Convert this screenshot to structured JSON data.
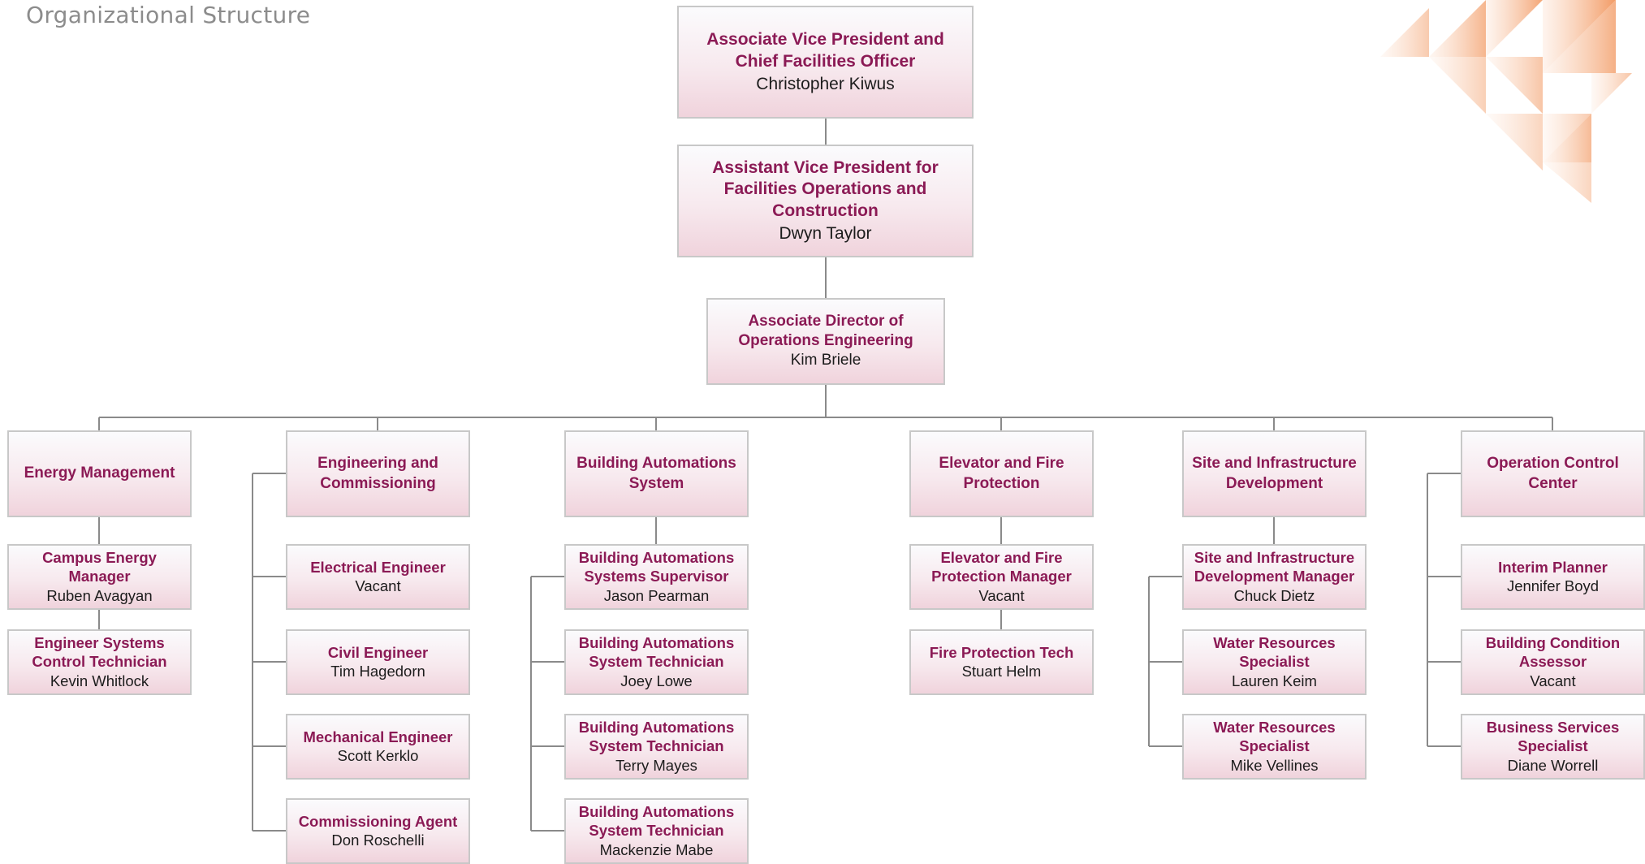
{
  "page": {
    "heading": "Organizational Structure"
  },
  "colors": {
    "title_text": "#8b1a55",
    "name_text": "#1c1c1c",
    "connector": "#8a8a8a",
    "box_border": "#c8c8c8",
    "accent_decoration": "#f08a4b"
  },
  "org": {
    "avp": {
      "title": "Associate Vice President and Chief Facilities Officer",
      "name": "Christopher Kiwus"
    },
    "asst_vp": {
      "title": "Assistant Vice President for Facilities Operations and Construction",
      "name": "Dwyn Taylor"
    },
    "assoc_dir": {
      "title": "Associate Director of Operations Engineering",
      "name": "Kim Briele"
    },
    "departments": [
      {
        "title": "Energy Management",
        "members": [
          {
            "title": "Campus Energy Manager",
            "name": "Ruben Avagyan"
          },
          {
            "title": "Engineer Systems Control Technician",
            "name": "Kevin Whitlock"
          }
        ]
      },
      {
        "title": "Engineering and Commissioning",
        "members": [
          {
            "title": "Electrical Engineer",
            "name": "Vacant"
          },
          {
            "title": "Civil Engineer",
            "name": "Tim Hagedorn"
          },
          {
            "title": "Mechanical Engineer",
            "name": "Scott Kerklo"
          },
          {
            "title": "Commissioning Agent",
            "name": "Don Roschelli"
          }
        ]
      },
      {
        "title": "Building Automations System",
        "members": [
          {
            "title": "Building Automations Systems Supervisor",
            "name": "Jason Pearman"
          },
          {
            "title": "Building Automations System Technician",
            "name": "Joey Lowe"
          },
          {
            "title": "Building Automations System Technician",
            "name": "Terry Mayes"
          },
          {
            "title": "Building Automations System Technician",
            "name": "Mackenzie Mabe"
          }
        ]
      },
      {
        "title": "Elevator and Fire Protection",
        "members": [
          {
            "title": "Elevator and Fire Protection Manager",
            "name": "Vacant"
          },
          {
            "title": "Fire Protection Tech",
            "name": "Stuart Helm"
          }
        ]
      },
      {
        "title": "Site and Infrastructure Development",
        "members": [
          {
            "title": "Site and Infrastructure Development Manager",
            "name": "Chuck Dietz"
          },
          {
            "title": "Water Resources Specialist",
            "name": "Lauren Keim"
          },
          {
            "title": "Water Resources Specialist",
            "name": "Mike Vellines"
          }
        ]
      },
      {
        "title": "Operation Control Center",
        "members": [
          {
            "title": "Interim Planner",
            "name": "Jennifer Boyd"
          },
          {
            "title": "Building Condition Assessor",
            "name": "Vacant"
          },
          {
            "title": "Business Services Specialist",
            "name": "Diane Worrell"
          }
        ]
      }
    ]
  }
}
